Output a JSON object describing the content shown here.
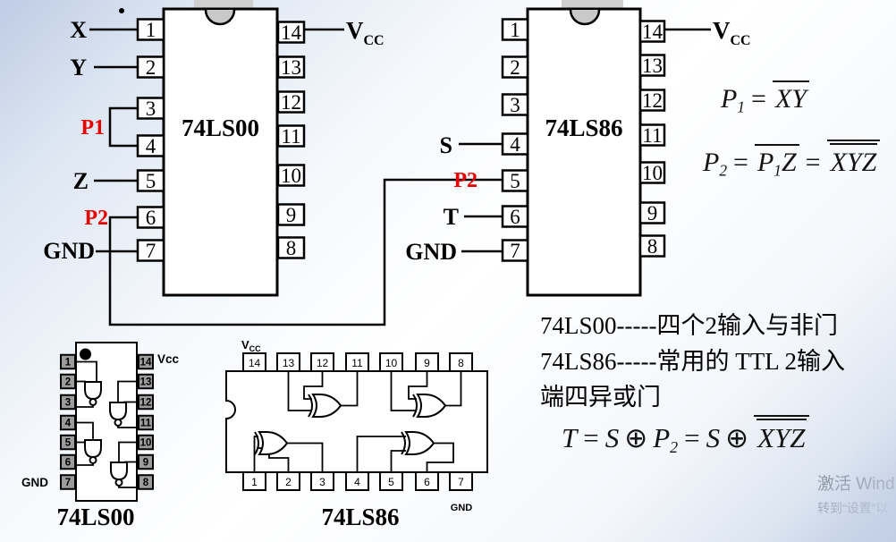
{
  "slide": {
    "schematics": {
      "ls00": {
        "name": "74LS00",
        "pins_left": [
          "1",
          "2",
          "3",
          "4",
          "5",
          "6",
          "7"
        ],
        "pins_right": [
          "14",
          "13",
          "12",
          "11",
          "10",
          "9",
          "8"
        ],
        "signals": {
          "x": "X",
          "y": "Y",
          "p1": "P1",
          "z": "Z",
          "p2": "P2",
          "gnd": "GND",
          "vcc": "V",
          "vcc_sub": "CC"
        }
      },
      "ls86": {
        "name": "74LS86",
        "pins_left": [
          "1",
          "2",
          "3",
          "4",
          "5",
          "6",
          "7"
        ],
        "pins_right": [
          "14",
          "13",
          "12",
          "11",
          "10",
          "9",
          "8"
        ],
        "signals": {
          "s": "S",
          "p2": "P2",
          "t": "T",
          "gnd": "GND",
          "vcc": "V",
          "vcc_sub": "CC"
        }
      }
    },
    "pinouts": {
      "ls00": {
        "title": "74LS00",
        "vcc": "Vcc",
        "gnd": "GND",
        "pins_left": [
          "1",
          "2",
          "3",
          "4",
          "5",
          "6",
          "7"
        ],
        "pins_right": [
          "14",
          "13",
          "12",
          "11",
          "10",
          "9",
          "8"
        ]
      },
      "ls86": {
        "title": "74LS86",
        "vcc": "V",
        "vcc_sub": "CC",
        "gnd": "GND",
        "pins_top": [
          "14",
          "13",
          "12",
          "11",
          "10",
          "9",
          "8"
        ],
        "pins_bottom": [
          "1",
          "2",
          "3",
          "4",
          "5",
          "6",
          "7"
        ]
      }
    },
    "formulas": {
      "p1": {
        "lhs": "P",
        "lhs_sub": "1",
        "eq": "=",
        "expr": "XY"
      },
      "p2": {
        "lhs": "P",
        "lhs_sub": "2",
        "eq": "=",
        "m1": "P",
        "m1_sub": "1",
        "m2": "Z",
        "eq2": "=",
        "expr": "XYZ"
      },
      "t": {
        "lhs": "T",
        "eq": "=",
        "a": "S",
        "op": "⊕",
        "b": "P",
        "b_sub": "2",
        "eq2": "=",
        "c": "S",
        "op2": "⊕",
        "expr": "XYZ"
      }
    },
    "notes": {
      "line1": "74LS00-----四个2输入与非门",
      "line2": "74LS86-----常用的 TTL 2输入",
      "line3": "端四异或门"
    },
    "watermark": {
      "line1": "激活 Wind",
      "line2": "转到“设置”以"
    }
  },
  "colors": {
    "net_label": "#e80000",
    "wire": "#000000",
    "pin_gray": "#9c9c9c",
    "strip_gray": "#c9c9c9",
    "watermark_1": "#8d96a3",
    "watermark_2": "#9aa5b4"
  }
}
